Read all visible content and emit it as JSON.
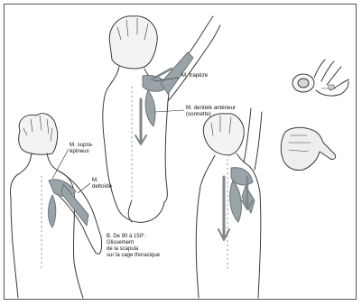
{
  "labels": {
    "trapeze": "M. trapèze",
    "dentele": "M. dentelé antérieur\n(sonnette)",
    "supra": "M. supra-\népineux",
    "deltoide": "M.\ndeltoïde",
    "caption": "B. De 90 à 150°.\nGlissement\nde la scapula\nsur la cage thoracique"
  },
  "colors": {
    "muscle": "#9aa3a8",
    "muscle_dark": "#6c757a",
    "skin_line": "#3a3a3a",
    "arrow": "#7e868a"
  }
}
